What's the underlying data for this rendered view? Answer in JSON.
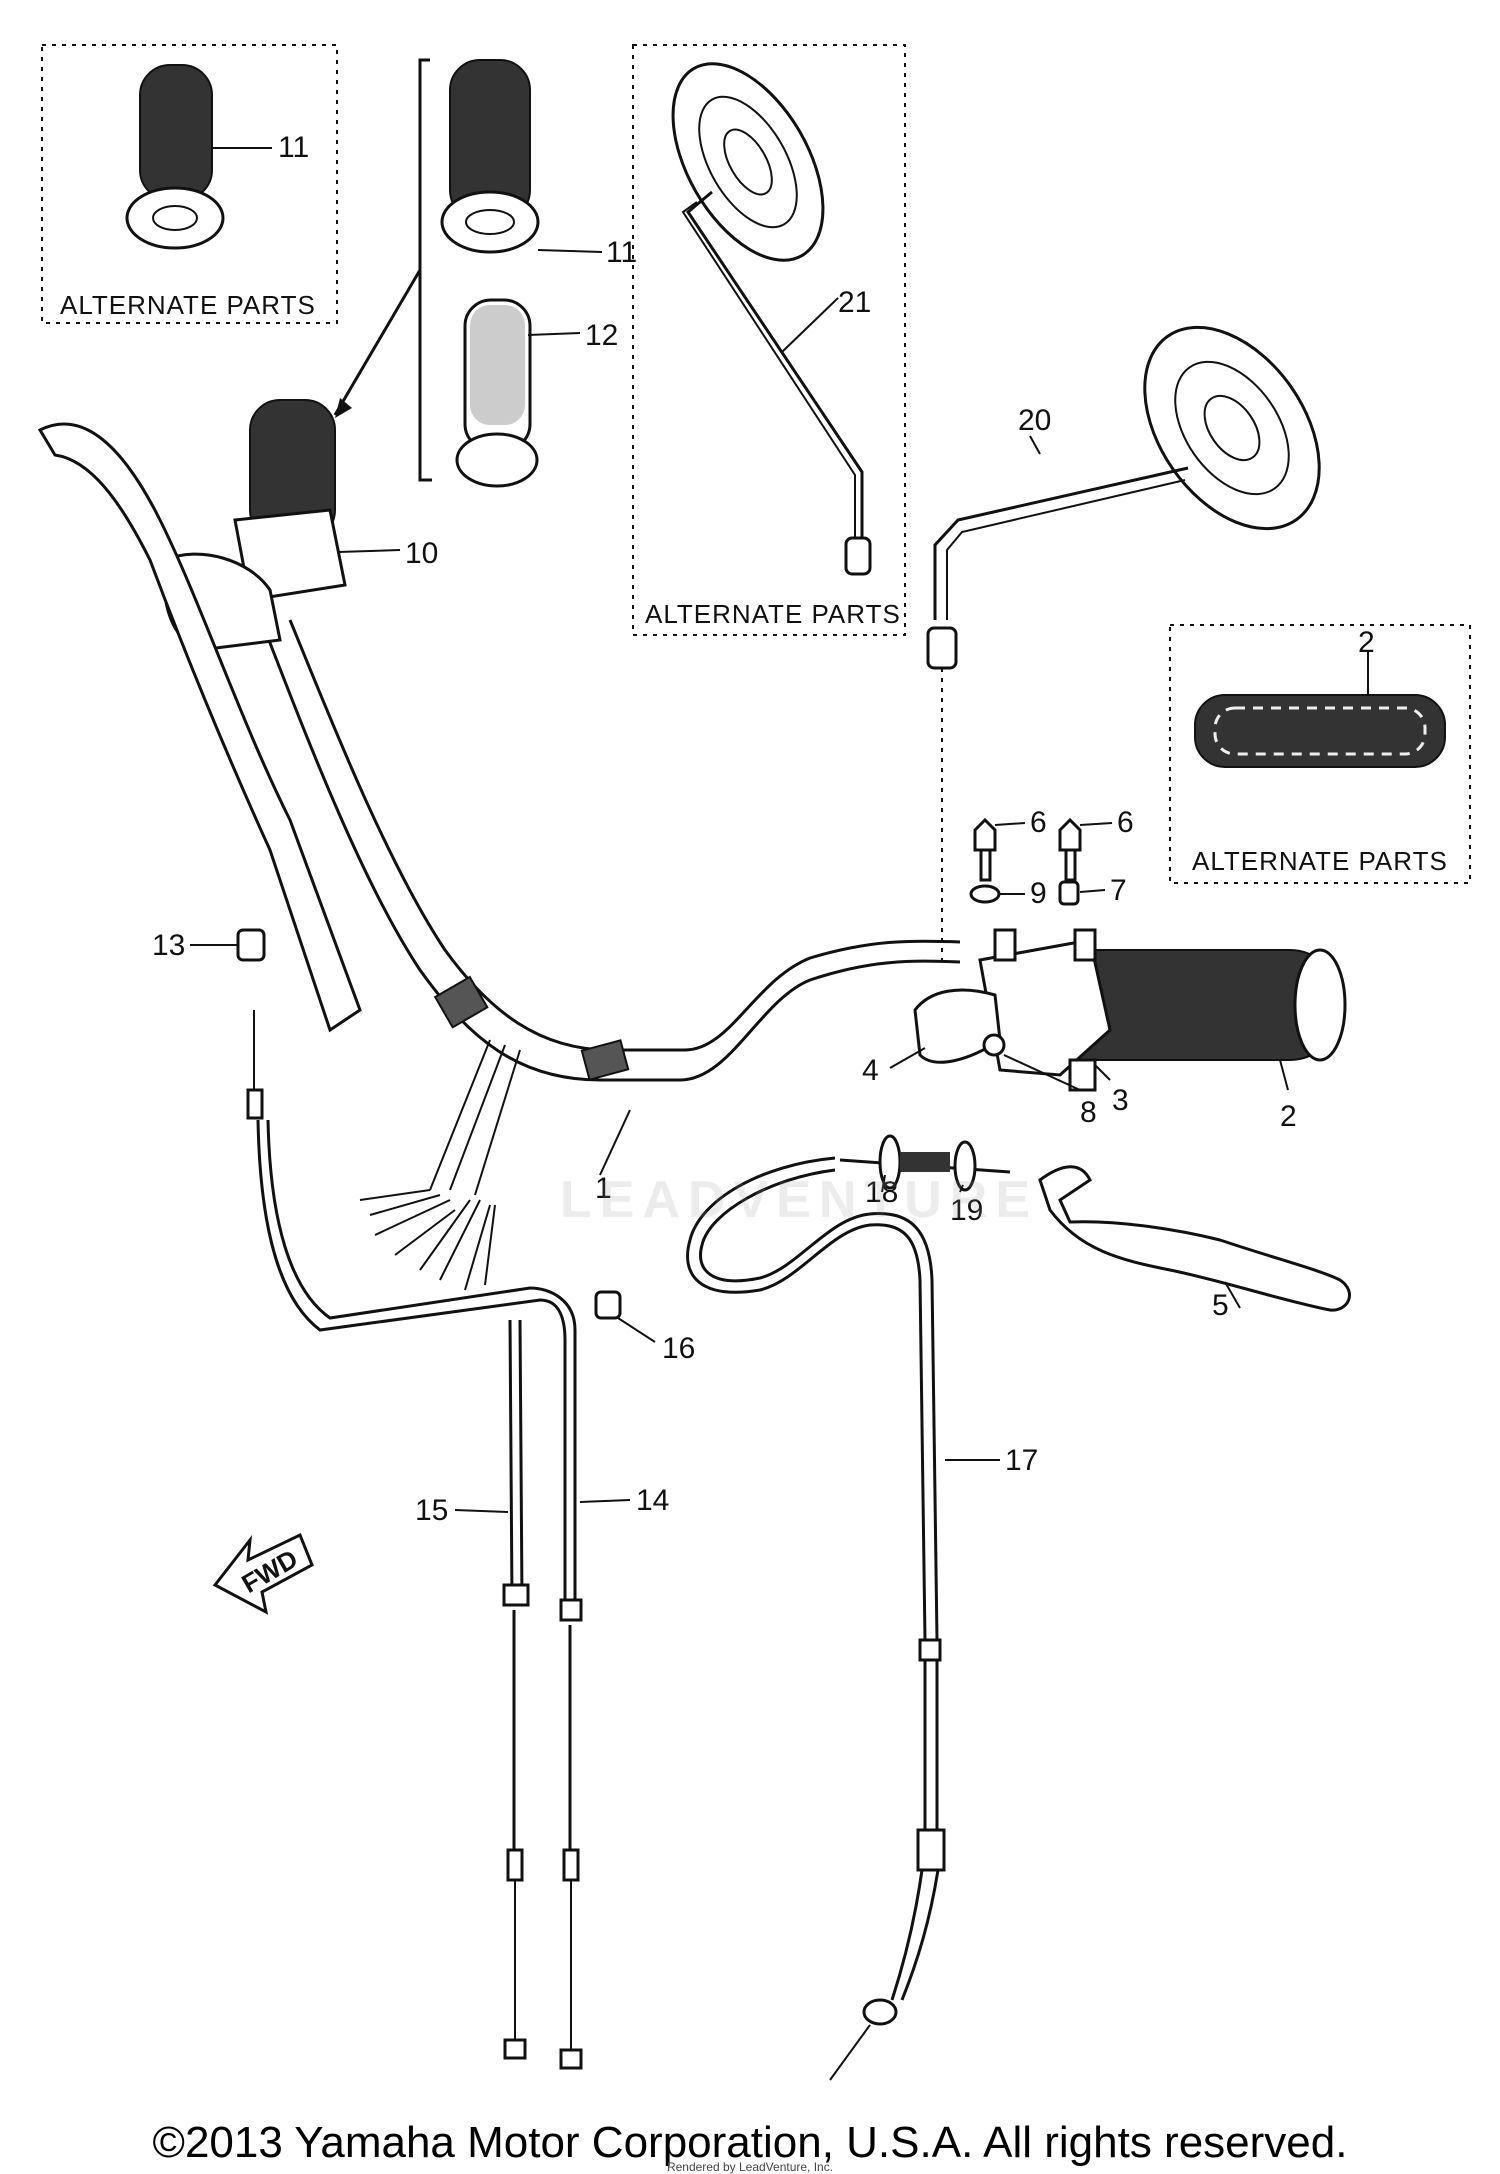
{
  "diagram": {
    "alternate_parts_label": "ALTERNATE PARTS",
    "fwd_label": "FWD",
    "watermark": "LEADVENTURE",
    "part_numbers": {
      "p1": "1",
      "p2": "2",
      "p2_alt": "2",
      "p3": "3",
      "p4": "4",
      "p5": "5",
      "p6a": "6",
      "p6b": "6",
      "p7": "7",
      "p8": "8",
      "p9": "9",
      "p10": "10",
      "p11_alt": "11",
      "p11": "11",
      "p12": "12",
      "p13": "13",
      "p14": "14",
      "p15": "15",
      "p16": "16",
      "p17": "17",
      "p18": "18",
      "p19": "19",
      "p20": "20",
      "p21": "21"
    }
  },
  "footer": {
    "copyright": "©2013 Yamaha Motor Corporation, U.S.A. All rights reserved.",
    "rendered_by": "Rendered by LeadVenture, Inc."
  }
}
